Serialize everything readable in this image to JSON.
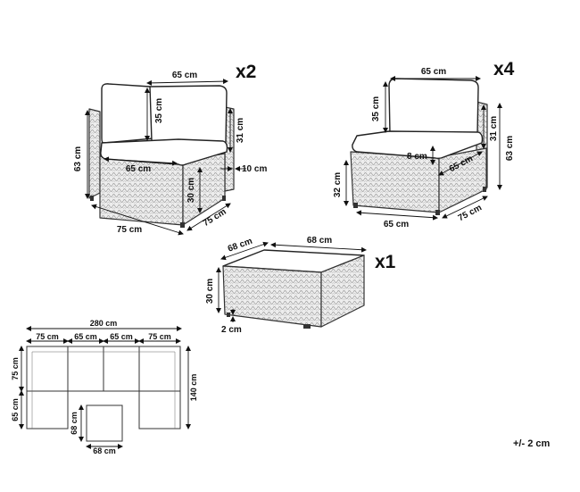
{
  "corner_chair": {
    "quantity": "x2",
    "dims": {
      "top_width": "65 cm",
      "back_height": "35 cm",
      "arm_height": "31 cm",
      "total_height": "63 cm",
      "seat_width": "65 cm",
      "arm_thickness": "10 cm",
      "base_height": "30 cm",
      "width": "75 cm",
      "depth": "75 cm"
    }
  },
  "middle_chair": {
    "quantity": "x4",
    "dims": {
      "top_width": "65 cm",
      "back_height": "35 cm",
      "arm_height": "31 cm",
      "total_height": "63 cm",
      "cushion_thickness": "8 cm",
      "seat_depth": "65 cm",
      "seat_height": "32 cm",
      "width": "65 cm",
      "depth": "75 cm"
    }
  },
  "table": {
    "quantity": "x1",
    "dims": {
      "depth": "68 cm",
      "width": "68 cm",
      "height": "30 cm",
      "feet": "2 cm"
    }
  },
  "layout": {
    "total_width": "280 cm",
    "seg1": "75 cm",
    "seg2": "65 cm",
    "seg3": "65 cm",
    "seg4": "75 cm",
    "left_top": "75 cm",
    "left_bottom": "65 cm",
    "right_total": "140 cm",
    "table_width": "68 cm",
    "table_depth": "68 cm"
  },
  "tolerance": "+/- 2 cm"
}
